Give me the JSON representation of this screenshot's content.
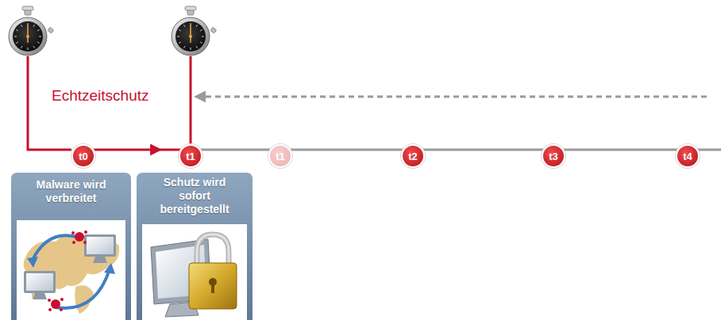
{
  "diagram": {
    "nodes": [
      {
        "text": [
          "t0"
        ]
      },
      {
        "text": [
          "t1"
        ]
      },
      {
        "text": [
          "t1"
        ]
      },
      {
        "text": [
          "t2"
        ]
      },
      {
        "text": [
          "t3"
        ]
      },
      {
        "text": [
          "t4"
        ]
      },
      {
        "text": [
          "Malware wird verbreitet"
        ]
      },
      {
        "text": [
          "Schutz wird sofort bereitgestellt"
        ]
      }
    ],
    "edges": [
      {
        "from": 0,
        "to": 1,
        "arrow": "to"
      },
      {
        "from": 1,
        "to": 2,
        "arrow": "none"
      },
      {
        "from": 2,
        "to": 3,
        "arrow": "none"
      },
      {
        "from": 3,
        "to": 4,
        "arrow": "none"
      },
      {
        "from": 4,
        "to": 5,
        "arrow": "none"
      }
    ],
    "labels": [
      "Echtzeitschutz"
    ]
  }
}
